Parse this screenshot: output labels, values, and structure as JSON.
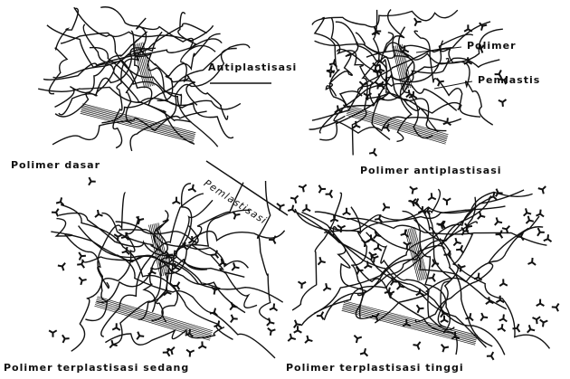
{
  "diagram": {
    "labels": {
      "polimer_dasar": "Polimer dasar",
      "antiplastisasi": "Antiplastisasi",
      "polimer": "Polimer",
      "pemlastis": "Pemlastis",
      "polimer_antiplastisasi": "Polimer antiplastisasi",
      "pemlastisasi": "Pemlastisasi",
      "polimer_terplastisasi_sedang": "Polimer terplastisasi sedang",
      "polimer_terplastisasi_tinggi": "Polimer terplastisasi tinggi"
    },
    "colors": {
      "ink": "#111111",
      "background": "#ffffff"
    }
  }
}
